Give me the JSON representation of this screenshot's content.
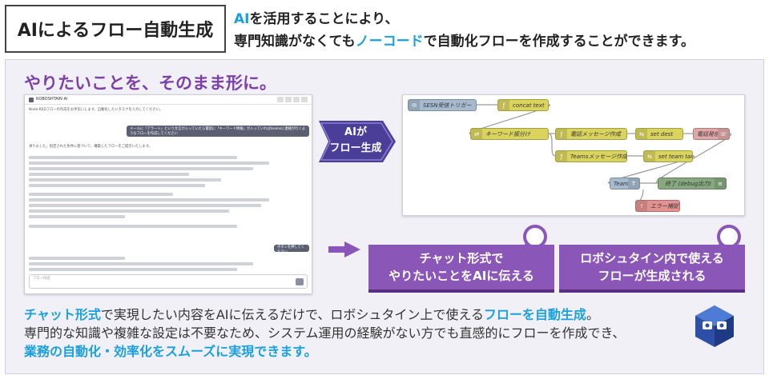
{
  "title": "AIによるフロー自動生成",
  "intro": {
    "line1_accent": "AI",
    "line1_rest": "を活用することにより、",
    "line2_a": "専門知識がなくても",
    "line2_accent": "ノーコード",
    "line2_b": "で自動化フローを作成することができます。"
  },
  "panel_heading": "やりたいことを、そのまま形に。",
  "chat": {
    "app_title": "ROBOSHTAIN AI",
    "greeting": "Node-REDフローの作成をお手伝いします。自動化したいタスクを入力してください。",
    "user_request": "メールに「アラート」という文言が入っていたら電話に「キーワード情報」が入っていればteamsに連絡が行くようなフローを作成してください",
    "reply_intro": "承りました。指定された条件に基づいて、構築したフローをご提示いたします。",
    "user_short": "ボタンを押してください",
    "input_placeholder": "フロー作成"
  },
  "ai_badge": {
    "line1": "AIが",
    "line2": "フロー生成"
  },
  "flow": {
    "nodes": [
      {
        "label": "SESN受信トリガー",
        "color": "#a6bbcf"
      },
      {
        "label": "concat text",
        "color": "#dad45f"
      },
      {
        "label": "キーワード振分け",
        "color": "#dad45f"
      },
      {
        "label": "電話メッセージ作成",
        "color": "#dad45f"
      },
      {
        "label": "set dest",
        "color": "#dad45f"
      },
      {
        "label": "電話発信",
        "color": "#e2a8a8"
      },
      {
        "label": "Teamsメッセージ作成",
        "color": "#dad45f"
      },
      {
        "label": "set team target",
        "color": "#dad45f"
      },
      {
        "label": "Teams送信",
        "color": "#a6bbcf"
      },
      {
        "label": "終了 (debug出力)",
        "color": "#87a980"
      },
      {
        "label": "エラー捕捉",
        "color": "#e49191"
      }
    ]
  },
  "callouts": {
    "left_line1": "チャット形式で",
    "left_line2": "やりたいことをAIに伝える",
    "right_line1": "ロボシュタイン内で使える",
    "right_line2": "フローが生成される"
  },
  "bottom": {
    "l1_a": "チャット形式",
    "l1_b": "で実現したい内容をAIに伝えるだけで、ロボシュタイン上で使える",
    "l1_c": "フローを自動生成",
    "l1_d": "。",
    "l2": "専門的な知識や複雑な設定は不要なため、システム運用の経験がない方でも直感的にフローを作成でき、",
    "l3": "業務の自動化・効率化をスムーズに実現できます。"
  },
  "colors": {
    "accent_blue": "#1aa0dc",
    "purple": "#8a56b8",
    "heading_purple": "#7d3fa8"
  }
}
